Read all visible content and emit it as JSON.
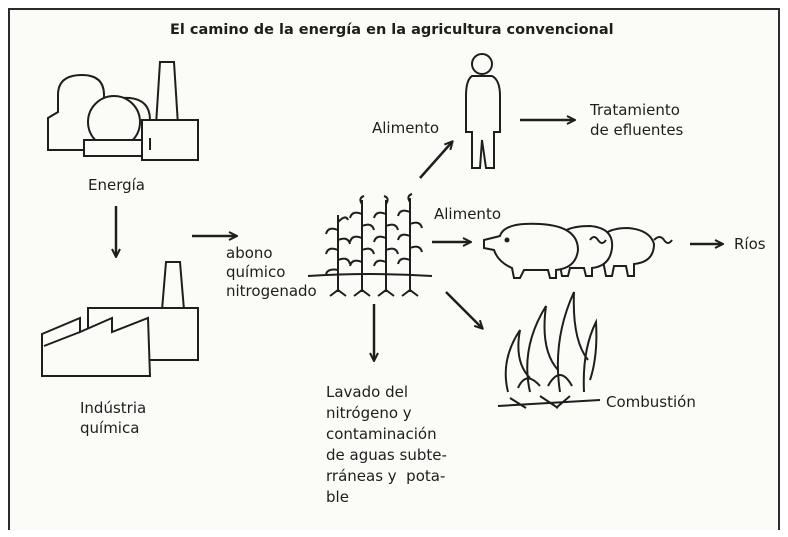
{
  "title": "El camino de la energía en la agricultura convencional",
  "labels": {
    "energia": "Energía",
    "industria": "Indústria\nquímica",
    "abono": "abono\nquímico\nnitrogenado",
    "alimento_persona": "Alimento",
    "tratamiento": "Tratamiento\nde efluentes",
    "alimento_cerdo": "Alimento",
    "rios": "Ríos",
    "lavado": "Lavado del\nnitrógeno y\ncontaminación\nde aguas subte-\nrráneas y  pota-\nble",
    "combustion": "Combustión"
  },
  "icons": {
    "power_plant": "power-plant-icon",
    "factory": "factory-icon",
    "person": "person-icon",
    "crops": "crops-icon",
    "pigs": "pigs-icon",
    "fire": "fire-icon"
  },
  "colors": {
    "ink": "#1e1e1e",
    "paper": "#fbfbf7"
  }
}
